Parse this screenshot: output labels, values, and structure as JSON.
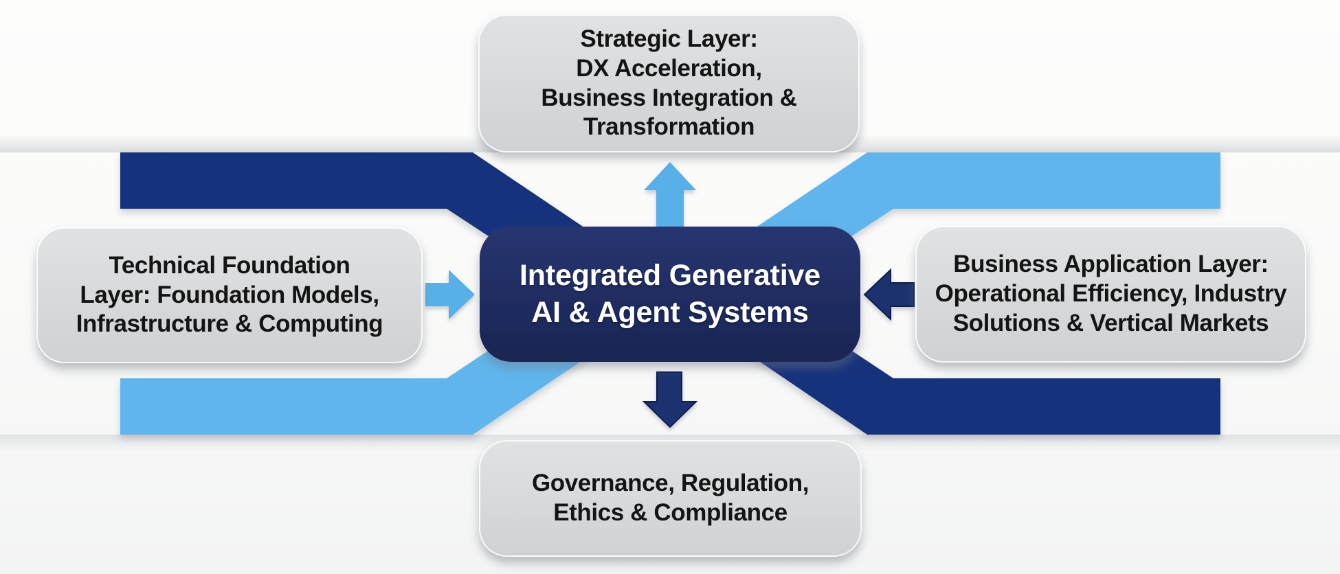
{
  "diagram": {
    "nodes": {
      "center": {
        "label": "Integrated Generative\nAI & Agent Systems"
      },
      "top": {
        "label": "Strategic Layer:\nDX Acceleration,\nBusiness Integration &\nTransformation"
      },
      "left": {
        "label": "Technical Foundation\nLayer: Foundation Models,\nInfrastructure & Computing"
      },
      "right": {
        "label": "Business Application Layer:\nOperational Efficiency, Industry\nSolutions & Vertical Markets"
      },
      "bottom": {
        "label": "Governance, Regulation,\nEthics & Compliance"
      }
    },
    "arrows": [
      {
        "id": "left-to-center",
        "direction": "right",
        "color_key": "arrow_blue"
      },
      {
        "id": "center-to-top",
        "direction": "up",
        "color_key": "arrow_blue"
      },
      {
        "id": "right-to-center",
        "direction": "left",
        "color_key": "arrow_navy"
      },
      {
        "id": "center-to-bottom",
        "direction": "down",
        "color_key": "arrow_navy"
      }
    ],
    "colors": {
      "navy_band": "#14307c",
      "light_blue": "#5fb5ec",
      "arrow_blue": "#58b0e9",
      "arrow_navy": "#1d3070",
      "arrow_navy_stroke": "#0f1d4d",
      "gray_box": "#d6d8da",
      "navy_box": "#1e2b5e",
      "background": "#fbfbfa",
      "text_dark": "#141414",
      "text_light": "#ffffff"
    }
  }
}
